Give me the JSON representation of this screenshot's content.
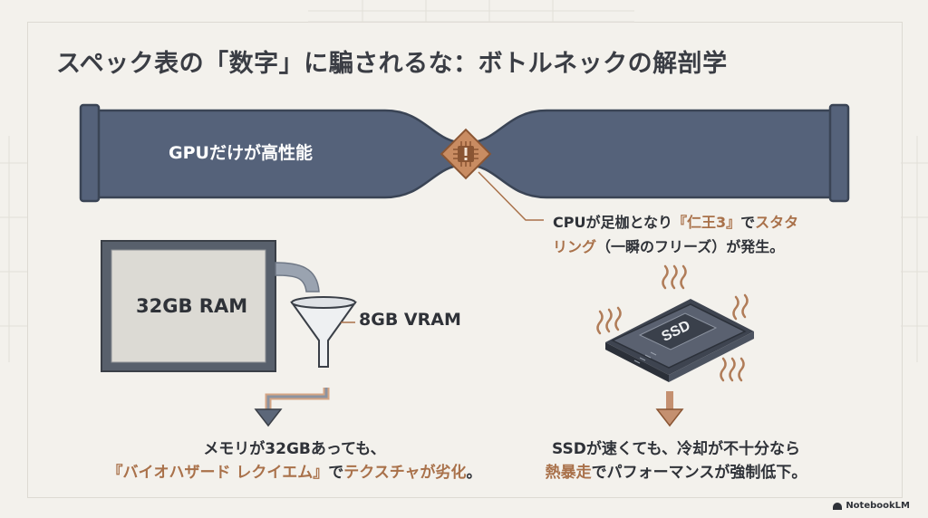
{
  "title": "スペック表の「数字」に騙されるな：ボトルネックの解剖学",
  "gpu_label": "GPUだけが高性能",
  "cpu_callout": {
    "line1": [
      "CPUが足枷となり",
      "『仁王3』",
      "で",
      "スタタ"
    ],
    "line2": [
      "リング",
      "（一瞬のフリーズ）が発生。"
    ]
  },
  "ram_label": "32GB RAM",
  "vram_label": "8GB VRAM",
  "memory_text": {
    "line1": "メモリが32GBあっても、",
    "line2": [
      "『バイオハザード レクイエム』",
      "で",
      "テクスチャが劣化",
      "。"
    ]
  },
  "ssd_label": "SSD",
  "ssd_text": {
    "line1": "SSDが速くても、冷却が不十分なら",
    "line2": [
      "熱暴走",
      "でパフォーマンスが強制低下。"
    ]
  },
  "brand": "NotebookLM",
  "colors": {
    "background": "#f3f1ec",
    "pipe": "#55627a",
    "accent": "#a9714a",
    "text": "#2f3238"
  },
  "icons": [
    "warning-chip-icon",
    "funnel-icon",
    "down-arrow-icon",
    "heat-wave-icon"
  ]
}
